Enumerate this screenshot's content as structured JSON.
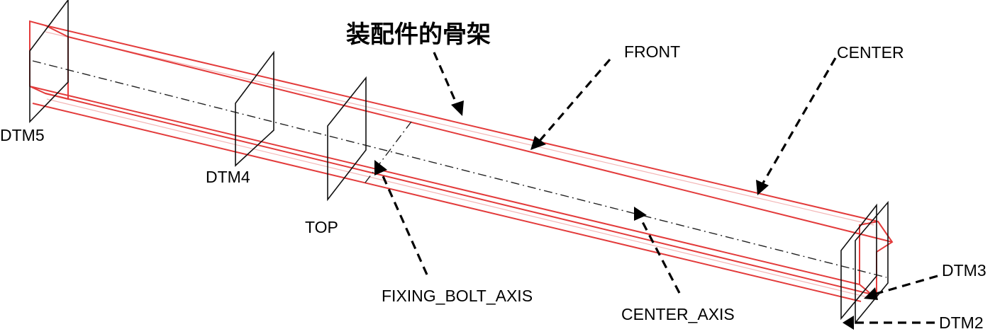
{
  "title": "装配件的骨架",
  "labels": {
    "dtm5": "DTM5",
    "dtm4": "DTM4",
    "top": "TOP",
    "front": "FRONT",
    "center": "CENTER",
    "fixing_bolt_axis": "FIXING_BOLT_AXIS",
    "center_axis": "CENTER_AXIS",
    "dtm3": "DTM3",
    "dtm2": "DTM2"
  },
  "colors": {
    "frame": "#e33b3b",
    "plane": "#111111",
    "leader": "#000000"
  }
}
